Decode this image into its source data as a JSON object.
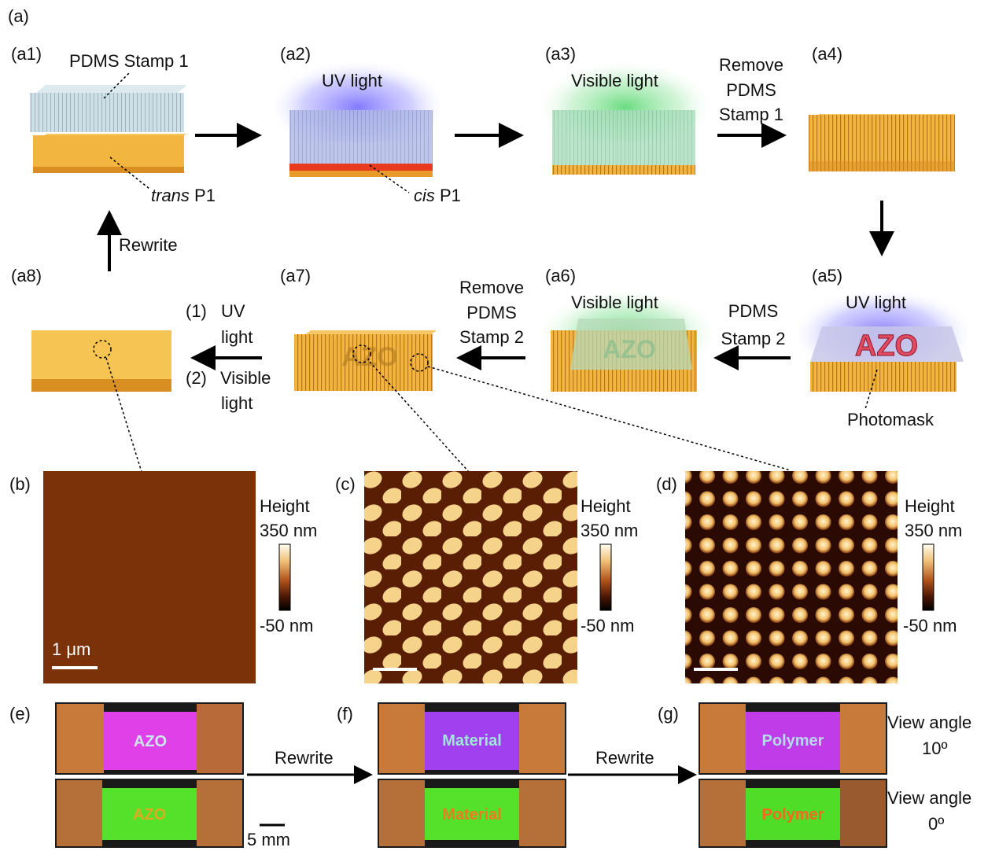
{
  "panel_letters": {
    "a": "(a)",
    "a1": "(a1)",
    "a2": "(a2)",
    "a3": "(a3)",
    "a4": "(a4)",
    "a5": "(a5)",
    "a6": "(a6)",
    "a7": "(a7)",
    "a8": "(a8)",
    "b": "(b)",
    "c": "(c)",
    "d": "(d)",
    "e": "(e)",
    "f": "(f)",
    "g": "(g)"
  },
  "schematic": {
    "pdms_stamp_1": "PDMS Stamp 1",
    "trans_italic": "trans",
    "p1_suffix": " P1",
    "cis_italic": "cis",
    "uv_light": "UV light",
    "visible_light": "Visible light",
    "remove": "Remove",
    "pdms": "PDMS",
    "stamp_1": "Stamp 1",
    "stamp_2": "Stamp 2",
    "rewrite": "Rewrite",
    "photomask": "Photomask",
    "mask_text": "AZO",
    "step1_num": "(1)",
    "step1_text_a": "UV",
    "step1_text_b": "light",
    "step2_num": "(2)",
    "step2_text_a": "Visible",
    "step2_text_b": "light"
  },
  "afm": {
    "height_title": "Height",
    "max_label": "350 nm",
    "min_label": "-50 nm",
    "scale_bar": "1 μm"
  },
  "photos": {
    "words": [
      "AZO",
      "Material",
      "Polymer"
    ],
    "rewrite": "Rewrite",
    "scale_bar": "5 mm",
    "view_angle": "View angle",
    "angle_top": "10º",
    "angle_bottom": "0º"
  },
  "colors": {
    "gold": "#f2b540",
    "gold_side": "#d98e22",
    "stamp_blue": "#b9d3dc",
    "red_layer": "#e83a1c",
    "uv_glow": "#8a84f0",
    "vis_glow": "#7de08a",
    "afm_flat": "#7b3208",
    "magenta": "#e040e8",
    "green": "#55e02a",
    "orange_film": "#c87a3a"
  }
}
